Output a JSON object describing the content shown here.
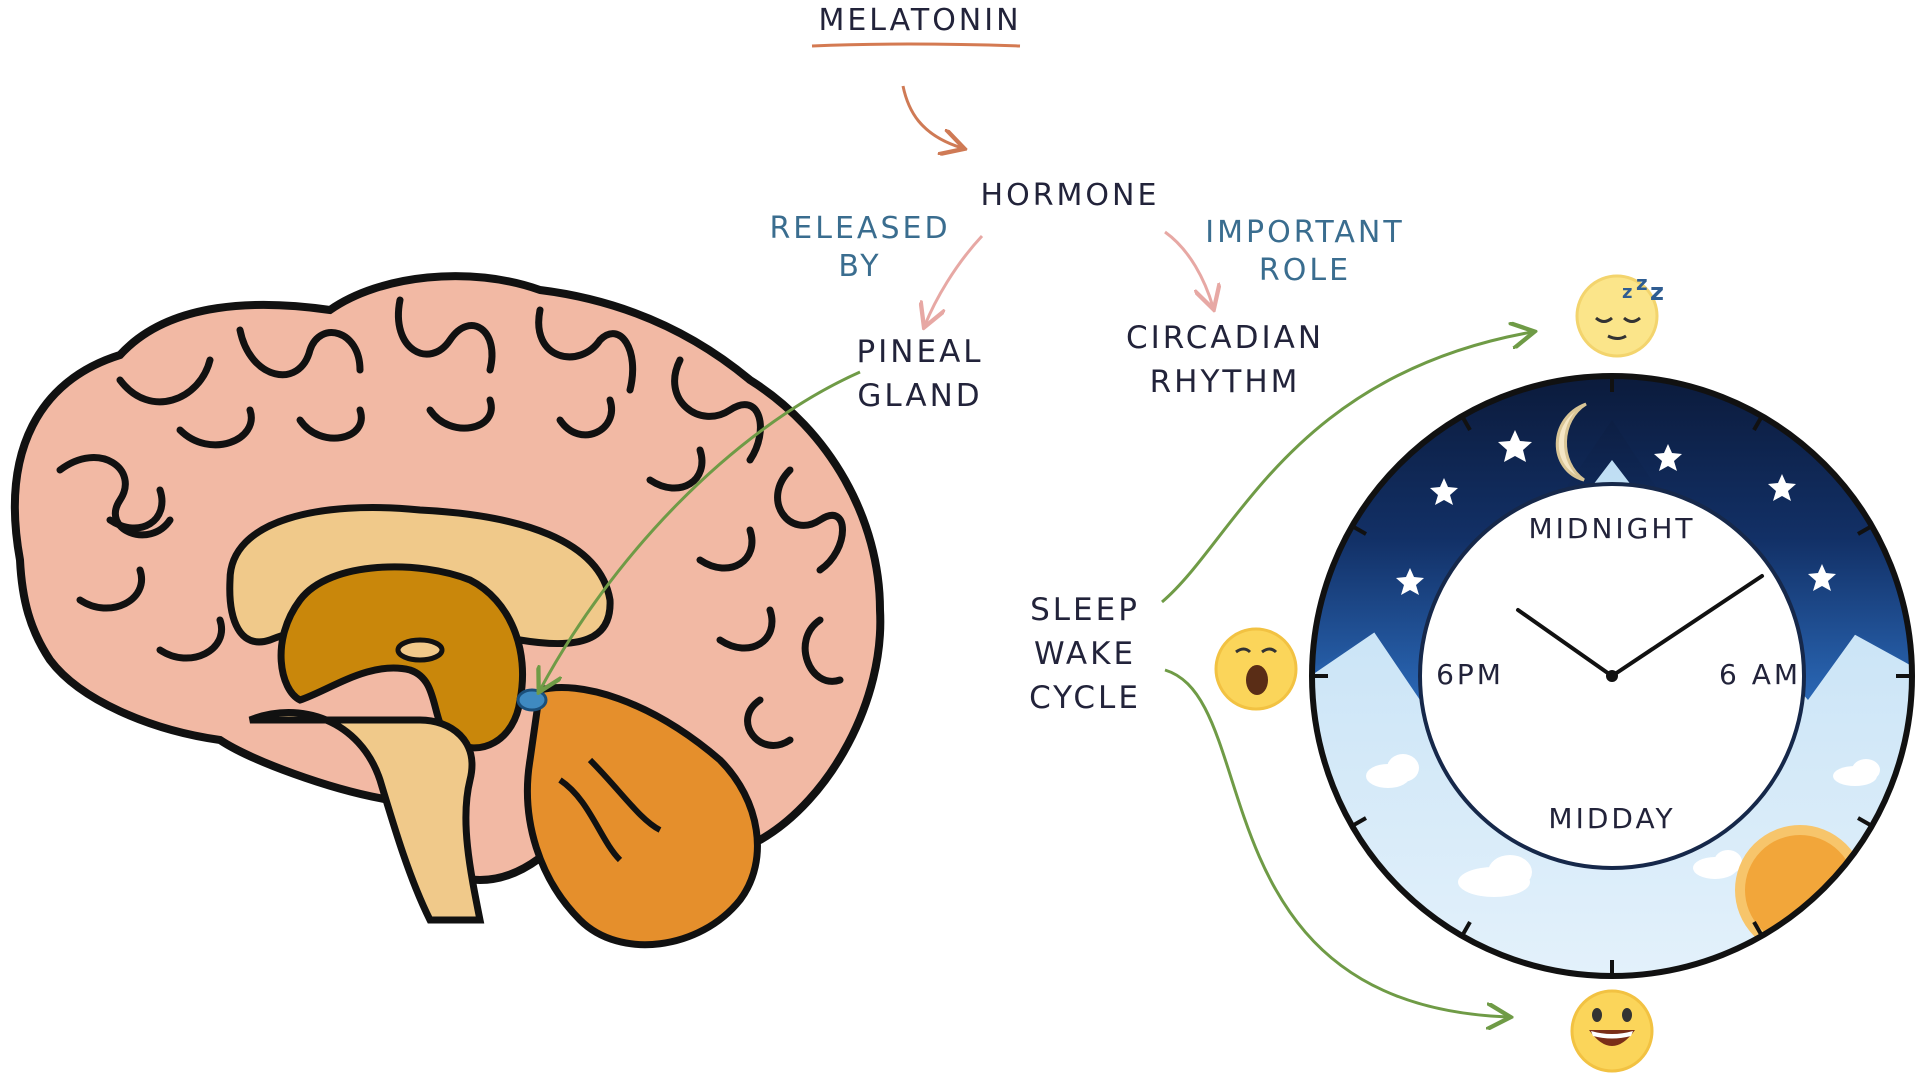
{
  "title": "MELATONIN",
  "nodes": {
    "hormone": "HORMONE",
    "released_by": [
      "RELEASED",
      "BY"
    ],
    "important_role": [
      "IMPORTANT",
      "ROLE"
    ],
    "pineal_gland": [
      "PINEAL",
      "GLAND"
    ],
    "circadian_rhythm": [
      "CIRCADIAN",
      "RHYTHM"
    ],
    "sleep_wake_cycle": [
      "SLEEP",
      "WAKE",
      "CYCLE"
    ]
  },
  "clock": {
    "top": "MIDNIGHT",
    "left": "6PM",
    "right": "6 AM",
    "bottom": "MIDDAY"
  },
  "icons": [
    "sleeping-face-icon",
    "yawning-face-icon",
    "smiling-face-icon",
    "moon-icon",
    "sun-icon",
    "star-icon",
    "cloud-icon",
    "brain-icon"
  ],
  "colors": {
    "title_underline": "#d47a52",
    "arrow_orange": "#cf7a55",
    "arrow_pink": "#e7a8a4",
    "arrow_green": "#6f9b46",
    "label_blue": "#3a6d8f",
    "night": "#0c1b38",
    "day": "#cfe6f7",
    "brain_pink": "#f2b9a4",
    "brain_orange": "#e58f2c"
  }
}
